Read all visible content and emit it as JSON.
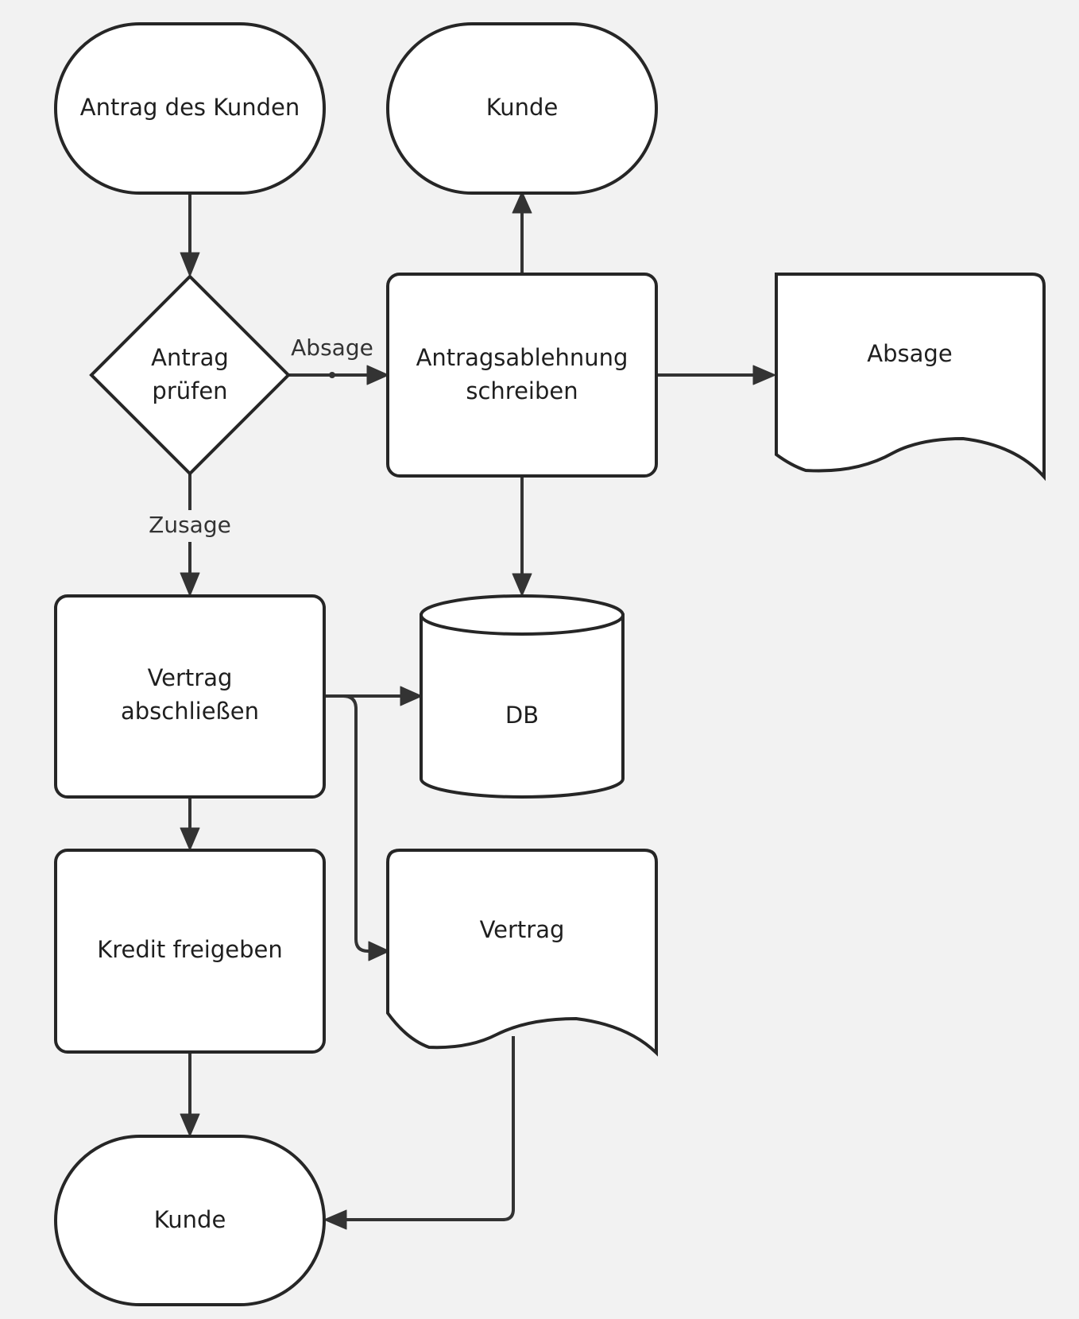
{
  "colors": {
    "background": "#f2f2f2",
    "shape_fill": "#ffffff",
    "shape_stroke": "#262626",
    "connector": "#333333",
    "text": "#1f1f1f"
  },
  "nodes": {
    "start_terminal": {
      "shape": "terminal",
      "lines": [
        "Antrag des Kunden"
      ]
    },
    "customer_terminal_top": {
      "shape": "terminal",
      "lines": [
        "Kunde"
      ]
    },
    "decision": {
      "shape": "decision",
      "lines": [
        "Antrag",
        "prüfen"
      ]
    },
    "rejection_process": {
      "shape": "process",
      "lines": [
        "Antragsablehnung",
        "schreiben"
      ]
    },
    "rejection_document": {
      "shape": "document",
      "lines": [
        "Absage"
      ]
    },
    "contract_process": {
      "shape": "process",
      "lines": [
        "Vertrag",
        "abschließen"
      ]
    },
    "database": {
      "shape": "database",
      "lines": [
        "DB"
      ]
    },
    "release_process": {
      "shape": "process",
      "lines": [
        "Kredit freigeben"
      ]
    },
    "contract_document": {
      "shape": "document",
      "lines": [
        "Vertrag"
      ]
    },
    "customer_terminal_bottom": {
      "shape": "terminal",
      "lines": [
        "Kunde"
      ]
    }
  },
  "edges": [
    {
      "from": "start_terminal",
      "to": "decision",
      "label": ""
    },
    {
      "from": "decision",
      "to": "rejection_process",
      "label": "Absage"
    },
    {
      "from": "decision",
      "to": "contract_process",
      "label": "Zusage"
    },
    {
      "from": "rejection_process",
      "to": "customer_terminal_top",
      "label": ""
    },
    {
      "from": "rejection_process",
      "to": "rejection_document",
      "label": ""
    },
    {
      "from": "rejection_process",
      "to": "database",
      "label": ""
    },
    {
      "from": "contract_process",
      "to": "database",
      "label": ""
    },
    {
      "from": "contract_process",
      "to": "contract_document",
      "label": ""
    },
    {
      "from": "contract_process",
      "to": "release_process",
      "label": ""
    },
    {
      "from": "release_process",
      "to": "customer_terminal_bottom",
      "label": ""
    },
    {
      "from": "contract_document",
      "to": "customer_terminal_bottom",
      "label": ""
    }
  ],
  "edge_labels": {
    "absage": "Absage",
    "zusage": "Zusage"
  }
}
